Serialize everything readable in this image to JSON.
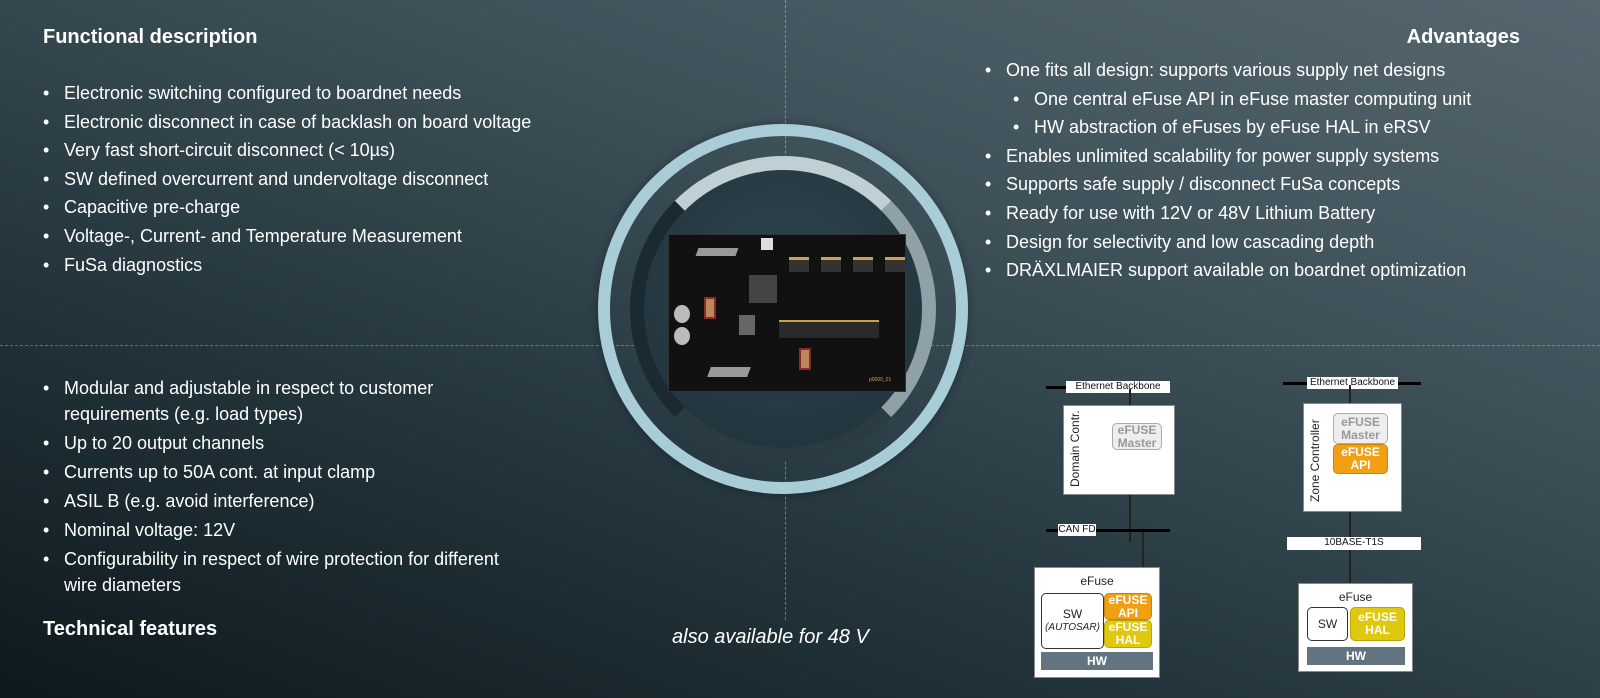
{
  "functional": {
    "title": "Functional description",
    "items": [
      "Electronic switching configured to boardnet needs",
      "Electronic disconnect in case of backlash on board voltage",
      "Very fast short-circuit disconnect (< 10µs)",
      "SW defined overcurrent and undervoltage disconnect",
      "Capacitive pre-charge",
      "Voltage-, Current- and Temperature Measurement",
      "FuSa diagnostics"
    ]
  },
  "advantages": {
    "title": "Advantages",
    "items": [
      "One fits all design: supports various supply net designs",
      "One central eFuse API in eFuse master computing unit",
      "HW abstraction of eFuses by eFuse HAL in eRSV",
      "Enables unlimited scalability for power supply systems",
      "Supports safe supply / disconnect FuSa concepts",
      "Ready for use with 12V or 48V Lithium Battery",
      "Design for selectivity and low cascading depth",
      "DRÄXLMAIER support available on boardnet optimization"
    ]
  },
  "technical": {
    "title": "Technical features",
    "items": [
      "Modular and adjustable in respect to customer requirements (e.g. load types)",
      "Up to 20 output channels",
      "Currents up to 50A cont. at input clamp",
      "ASIL B (e.g. avoid interference)",
      "Nominal voltage: 12V",
      "Configurability in respect of wire protection for different wire diameters"
    ]
  },
  "note": "also available for 48 V",
  "pcb_label": "p0000_01",
  "diagram_left": {
    "backbone": "Ethernet Backbone",
    "controller": "Domain Contr.",
    "master": "eFUSE Master",
    "bus": "CAN FD",
    "efuse": "eFuse",
    "sw": "SW",
    "autosar": "(AUTOSAR)",
    "api": "eFUSE API",
    "hal": "eFUSE HAL",
    "hw": "HW"
  },
  "diagram_right": {
    "backbone": "Ethernet Backbone",
    "controller": "Zone Controller",
    "master": "eFUSE Master",
    "api": "eFUSE API",
    "bus": "10BASE-T1S",
    "efuse": "eFuse",
    "sw": "SW",
    "hal": "eFUSE HAL",
    "hw": "HW"
  }
}
